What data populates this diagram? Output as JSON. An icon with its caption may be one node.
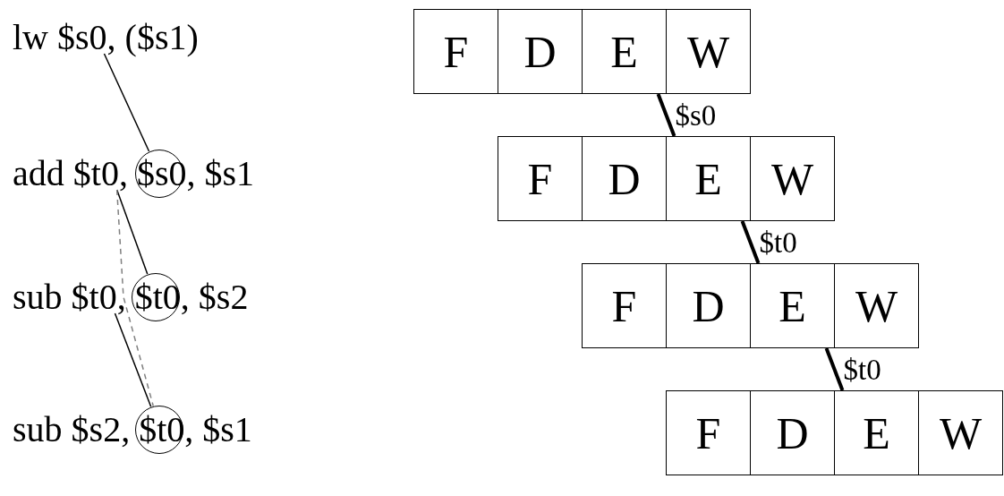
{
  "diagram": {
    "nodes": [
      {
        "text": [
          "lw $s0, ($s1)"
        ]
      },
      {
        "text": [
          "add $t0, $s0, $s1"
        ]
      },
      {
        "text": [],
        "shape": "circle"
      },
      {
        "text": [
          "sub $t0, $t0, $s2"
        ]
      },
      {
        "text": [],
        "shape": "circle"
      },
      {
        "text": [
          "sub $s2, $t0, $s1"
        ]
      },
      {
        "text": [],
        "shape": "circle"
      },
      {
        "text": [
          "F"
        ]
      },
      {
        "text": [
          "D"
        ]
      },
      {
        "text": [
          "E"
        ]
      },
      {
        "text": [
          "W"
        ]
      },
      {
        "text": [
          "F"
        ]
      },
      {
        "text": [
          "D"
        ]
      },
      {
        "text": [
          "E"
        ]
      },
      {
        "text": [
          "W"
        ]
      },
      {
        "text": [
          "F"
        ]
      },
      {
        "text": [
          "D"
        ]
      },
      {
        "text": [
          "E"
        ]
      },
      {
        "text": [
          "W"
        ]
      },
      {
        "text": [
          "F"
        ]
      },
      {
        "text": [
          "D"
        ]
      },
      {
        "text": [
          "E"
        ]
      },
      {
        "text": [
          "W"
        ]
      }
    ],
    "edges": [
      {
        "from": 0,
        "to": 2,
        "arrow": "none"
      },
      {
        "from": 1,
        "to": 4,
        "arrow": "none"
      },
      {
        "from": 3,
        "to": 6,
        "arrow": "none"
      },
      {
        "from": 1,
        "to": 6,
        "arrow": "none",
        "style": "dashed",
        "color": "#808080"
      },
      {
        "from": 9,
        "to": 13,
        "arrow": "none",
        "style": "thick",
        "label": "$s0"
      },
      {
        "from": 13,
        "to": 17,
        "arrow": "none",
        "style": "thick",
        "label": "$t0"
      },
      {
        "from": 17,
        "to": 21,
        "arrow": "none",
        "style": "thick",
        "label": "$t0"
      }
    ]
  }
}
